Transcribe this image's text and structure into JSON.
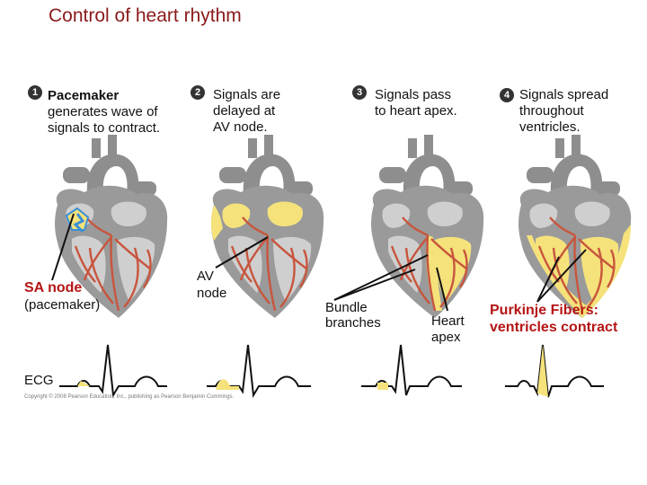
{
  "title": "Control of heart rhythm",
  "steps": [
    {
      "num": "1",
      "bold": "Pacemaker",
      "lines": [
        "generates wave of",
        "signals to contract."
      ]
    },
    {
      "num": "2",
      "bold": "",
      "lines": [
        "Signals are",
        "delayed at",
        "AV node."
      ]
    },
    {
      "num": "3",
      "bold": "",
      "lines": [
        "Signals pass",
        "to heart apex."
      ]
    },
    {
      "num": "4",
      "bold": "",
      "lines": [
        "Signals spread",
        "throughout",
        "ventricles."
      ]
    }
  ],
  "labels": {
    "sa_node": "SA node",
    "pacemaker": "(pacemaker)",
    "av_node_1": "AV",
    "av_node_2": "node",
    "bundle_1": "Bundle",
    "bundle_2": "branches",
    "apex_1": "Heart",
    "apex_2": "apex",
    "purkinje_1": "Purkinje Fibers:",
    "purkinje_2": "ventricles contract",
    "ecg": "ECG"
  },
  "copyright": "Copyright © 2008 Pearson Education, Inc., publishing as Pearson Benjamin Cummings.",
  "colors": {
    "title": "#8b1a1a",
    "highlight": "#f5e27a",
    "fiber": "#c8553d",
    "heart": "#9a9a9a",
    "accent_red": "#b51414",
    "sa_blue": "#3a8fd6"
  }
}
